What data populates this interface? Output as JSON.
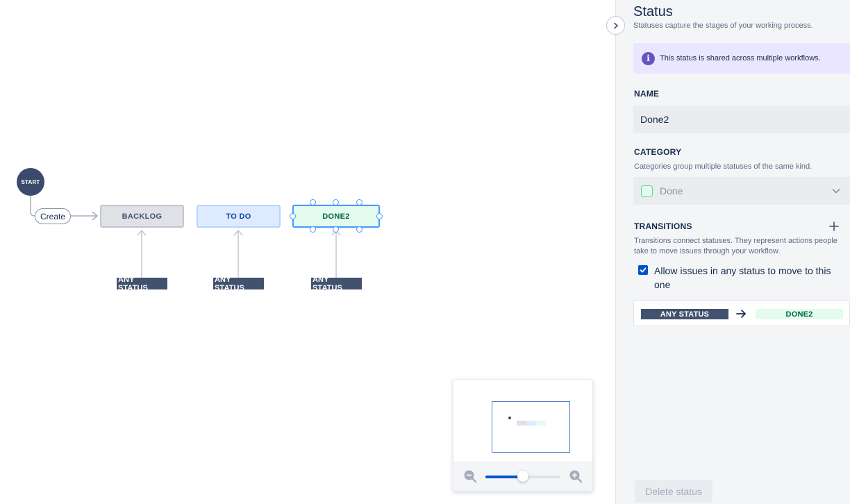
{
  "canvas": {
    "start_label": "START",
    "create_label": "Create",
    "nodes": [
      {
        "label": "BACKLOG",
        "category": "todo"
      },
      {
        "label": "TO DO",
        "category": "in-progress"
      },
      {
        "label": "DONE2",
        "category": "done",
        "selected": true
      }
    ],
    "any_status_label": "ANY STATUS"
  },
  "minimap": {
    "zoom_out_icon": "zoom-out-icon",
    "zoom_in_icon": "zoom-in-icon",
    "zoom_level": 0.5
  },
  "panel": {
    "title": "Status",
    "subtitle": "Statuses capture the stages of your working process.",
    "info_message": "This status is shared across multiple workflows.",
    "name_label": "NAME",
    "name_value": "Done2",
    "category_label": "CATEGORY",
    "category_help": "Categories group multiple statuses of the same kind.",
    "category_value": "Done",
    "transitions_label": "TRANSITIONS",
    "transitions_help": "Transitions connect statuses. They represent actions people take to move issues through your workflow.",
    "allow_any_label": "Allow issues in any status to move to this one",
    "allow_any_checked": true,
    "transition_from": "ANY STATUS",
    "transition_to": "DONE2",
    "delete_label": "Delete status"
  },
  "colors": {
    "accent": "#0052cc",
    "selected_border": "#4c9aff",
    "done_bg": "#e3fcef",
    "done_text": "#006644",
    "todo_bg": "#deebff",
    "backlog_bg": "#dfe1e6",
    "info_bg": "#eae6ff",
    "info_icon": "#6554c0"
  }
}
